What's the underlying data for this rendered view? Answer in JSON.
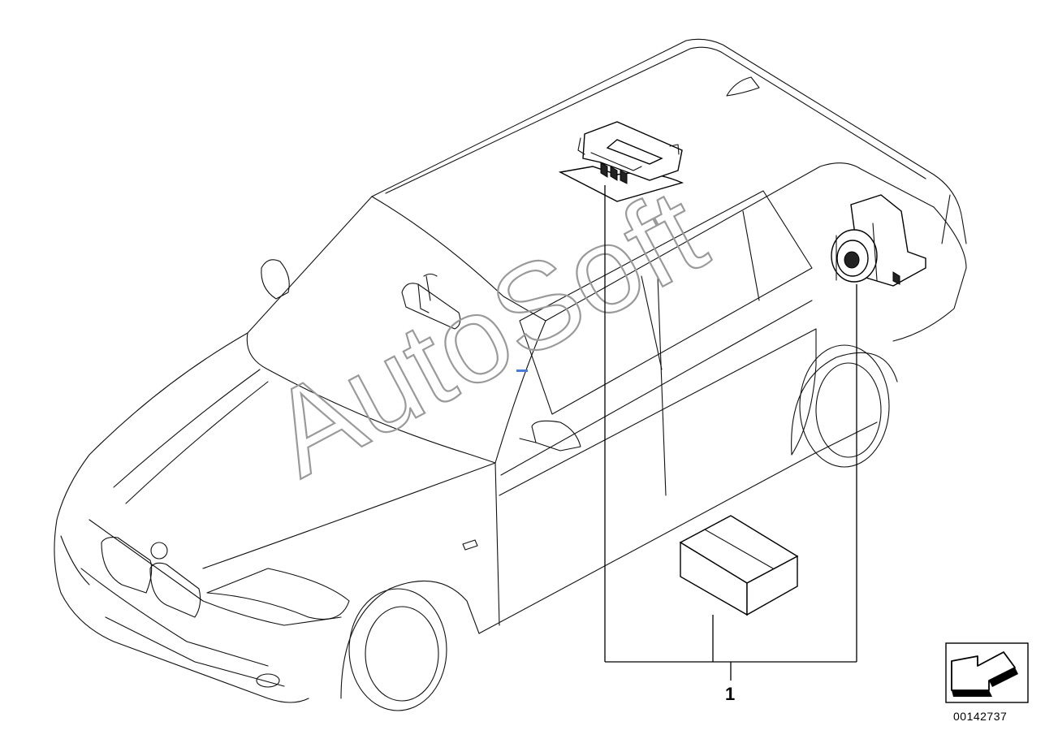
{
  "diagram": {
    "watermark": "AutoSoft",
    "callouts": [
      {
        "label": "1"
      }
    ],
    "catalog_number": "00142737",
    "icon": "direction-arrow-icon"
  }
}
